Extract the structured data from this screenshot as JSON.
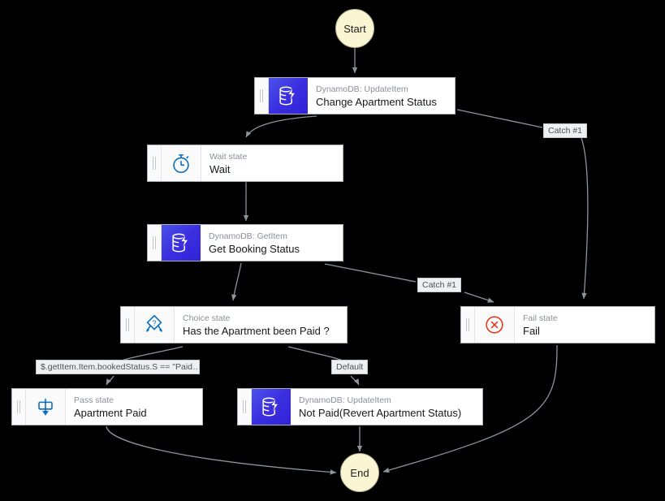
{
  "diagram": {
    "title": "Step Functions state machine graph",
    "background": "#000000",
    "accent_blue": "#3b2fe0",
    "terminal_fill": "#faf5d2",
    "fail_red": "#e03c1f",
    "icon_blue": "#0a6ebd"
  },
  "terminals": {
    "start": "Start",
    "end": "End"
  },
  "nodes": [
    {
      "id": "change-apartment-status",
      "subtitle": "DynamoDB: UpdateItem",
      "title": "Change Apartment Status",
      "icon": "dynamodb-icon",
      "icon_kind": "ddb"
    },
    {
      "id": "wait",
      "subtitle": "Wait state",
      "title": "Wait",
      "icon": "stopwatch-icon",
      "icon_kind": "plain"
    },
    {
      "id": "get-booking-status",
      "subtitle": "DynamoDB: GetItem",
      "title": "Get Booking Status",
      "icon": "dynamodb-icon",
      "icon_kind": "ddb"
    },
    {
      "id": "has-the-apartment-been-paid",
      "subtitle": "Choice state",
      "title": "Has the Apartment been Paid ?",
      "icon": "choice-diamond-icon",
      "icon_kind": "plain"
    },
    {
      "id": "fail",
      "subtitle": "Fail state",
      "title": "Fail",
      "icon": "fail-circle-x-icon",
      "icon_kind": "plain"
    },
    {
      "id": "apartment-paid",
      "subtitle": "Pass state",
      "title": "Apartment Paid",
      "icon": "pass-arrow-icon",
      "icon_kind": "plain"
    },
    {
      "id": "not-paid-revert-apartment-status",
      "subtitle": "DynamoDB: UpdateItem",
      "title": "Not Paid(Revert Apartment Status)",
      "icon": "dynamodb-icon",
      "icon_kind": "ddb"
    }
  ],
  "edge_labels": [
    {
      "id": "catch-1-top",
      "text": "Catch #1"
    },
    {
      "id": "catch-1-mid",
      "text": "Catch #1"
    },
    {
      "id": "choice-condition",
      "text": "$.getItem.Item.bookedStatus.S == \"Paid…"
    },
    {
      "id": "default",
      "text": "Default"
    }
  ]
}
